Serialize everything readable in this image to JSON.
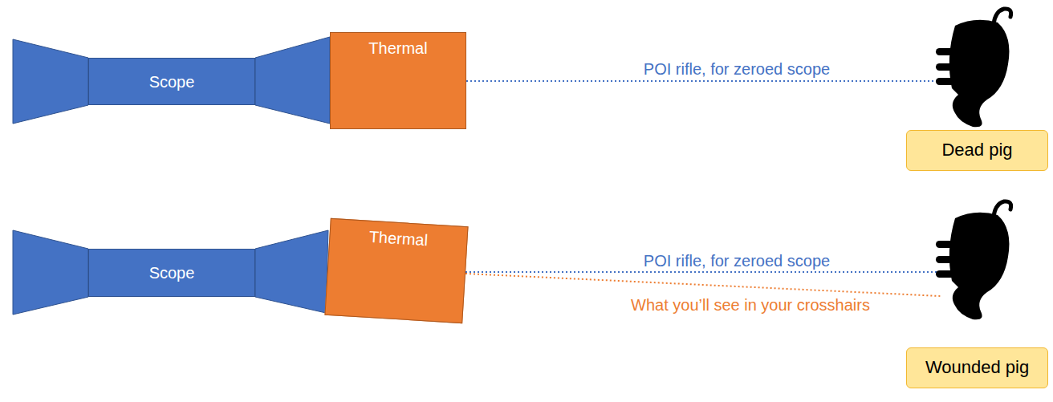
{
  "diagram": {
    "nodes": [
      {
        "text": [
          "Scope"
        ]
      },
      {
        "text": [
          "Thermal"
        ]
      },
      {
        "text": [
          "Dead pig"
        ]
      },
      {
        "text": [
          "Scope"
        ]
      },
      {
        "text": [
          "Thermal"
        ]
      },
      {
        "text": [
          "Wounded pig"
        ]
      }
    ],
    "labels": [
      "POI rifle, for zeroed scope",
      "POI rifle, for zeroed scope",
      "What you’ll see in your crosshairs"
    ]
  }
}
